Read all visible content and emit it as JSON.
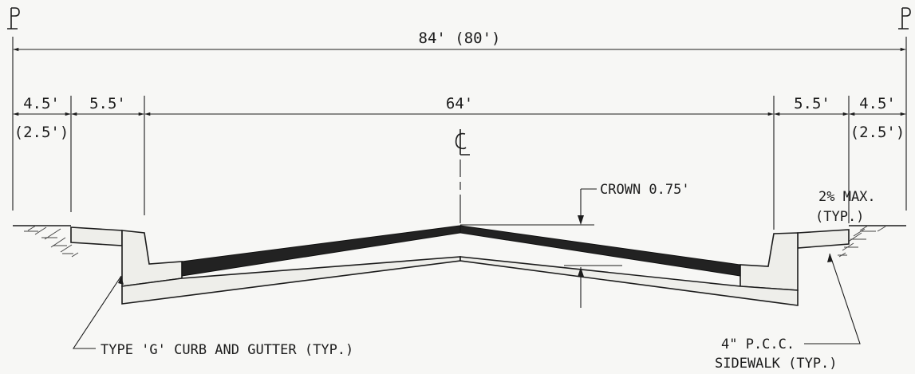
{
  "property_line": {
    "left_symbol": "PL",
    "right_symbol": "PL"
  },
  "centerline": {
    "symbol": "CL"
  },
  "dimensions": {
    "overall": "84' (80')",
    "left_sidewalk": "4.5'",
    "left_sidewalk_alt": "(2.5')",
    "left_parkway": "5.5'",
    "roadway": "64'",
    "right_parkway": "5.5'",
    "right_sidewalk": "4.5'",
    "right_sidewalk_alt": "(2.5')"
  },
  "callouts": {
    "crown": "CROWN 0.75'",
    "slope_line1": "2% MAX.",
    "slope_line2": "(TYP.)",
    "curb": "TYPE 'G' CURB AND GUTTER (TYP.)",
    "sidewalk_line1": "4\" P.C.C.",
    "sidewalk_line2": "SIDEWALK (TYP.)"
  }
}
